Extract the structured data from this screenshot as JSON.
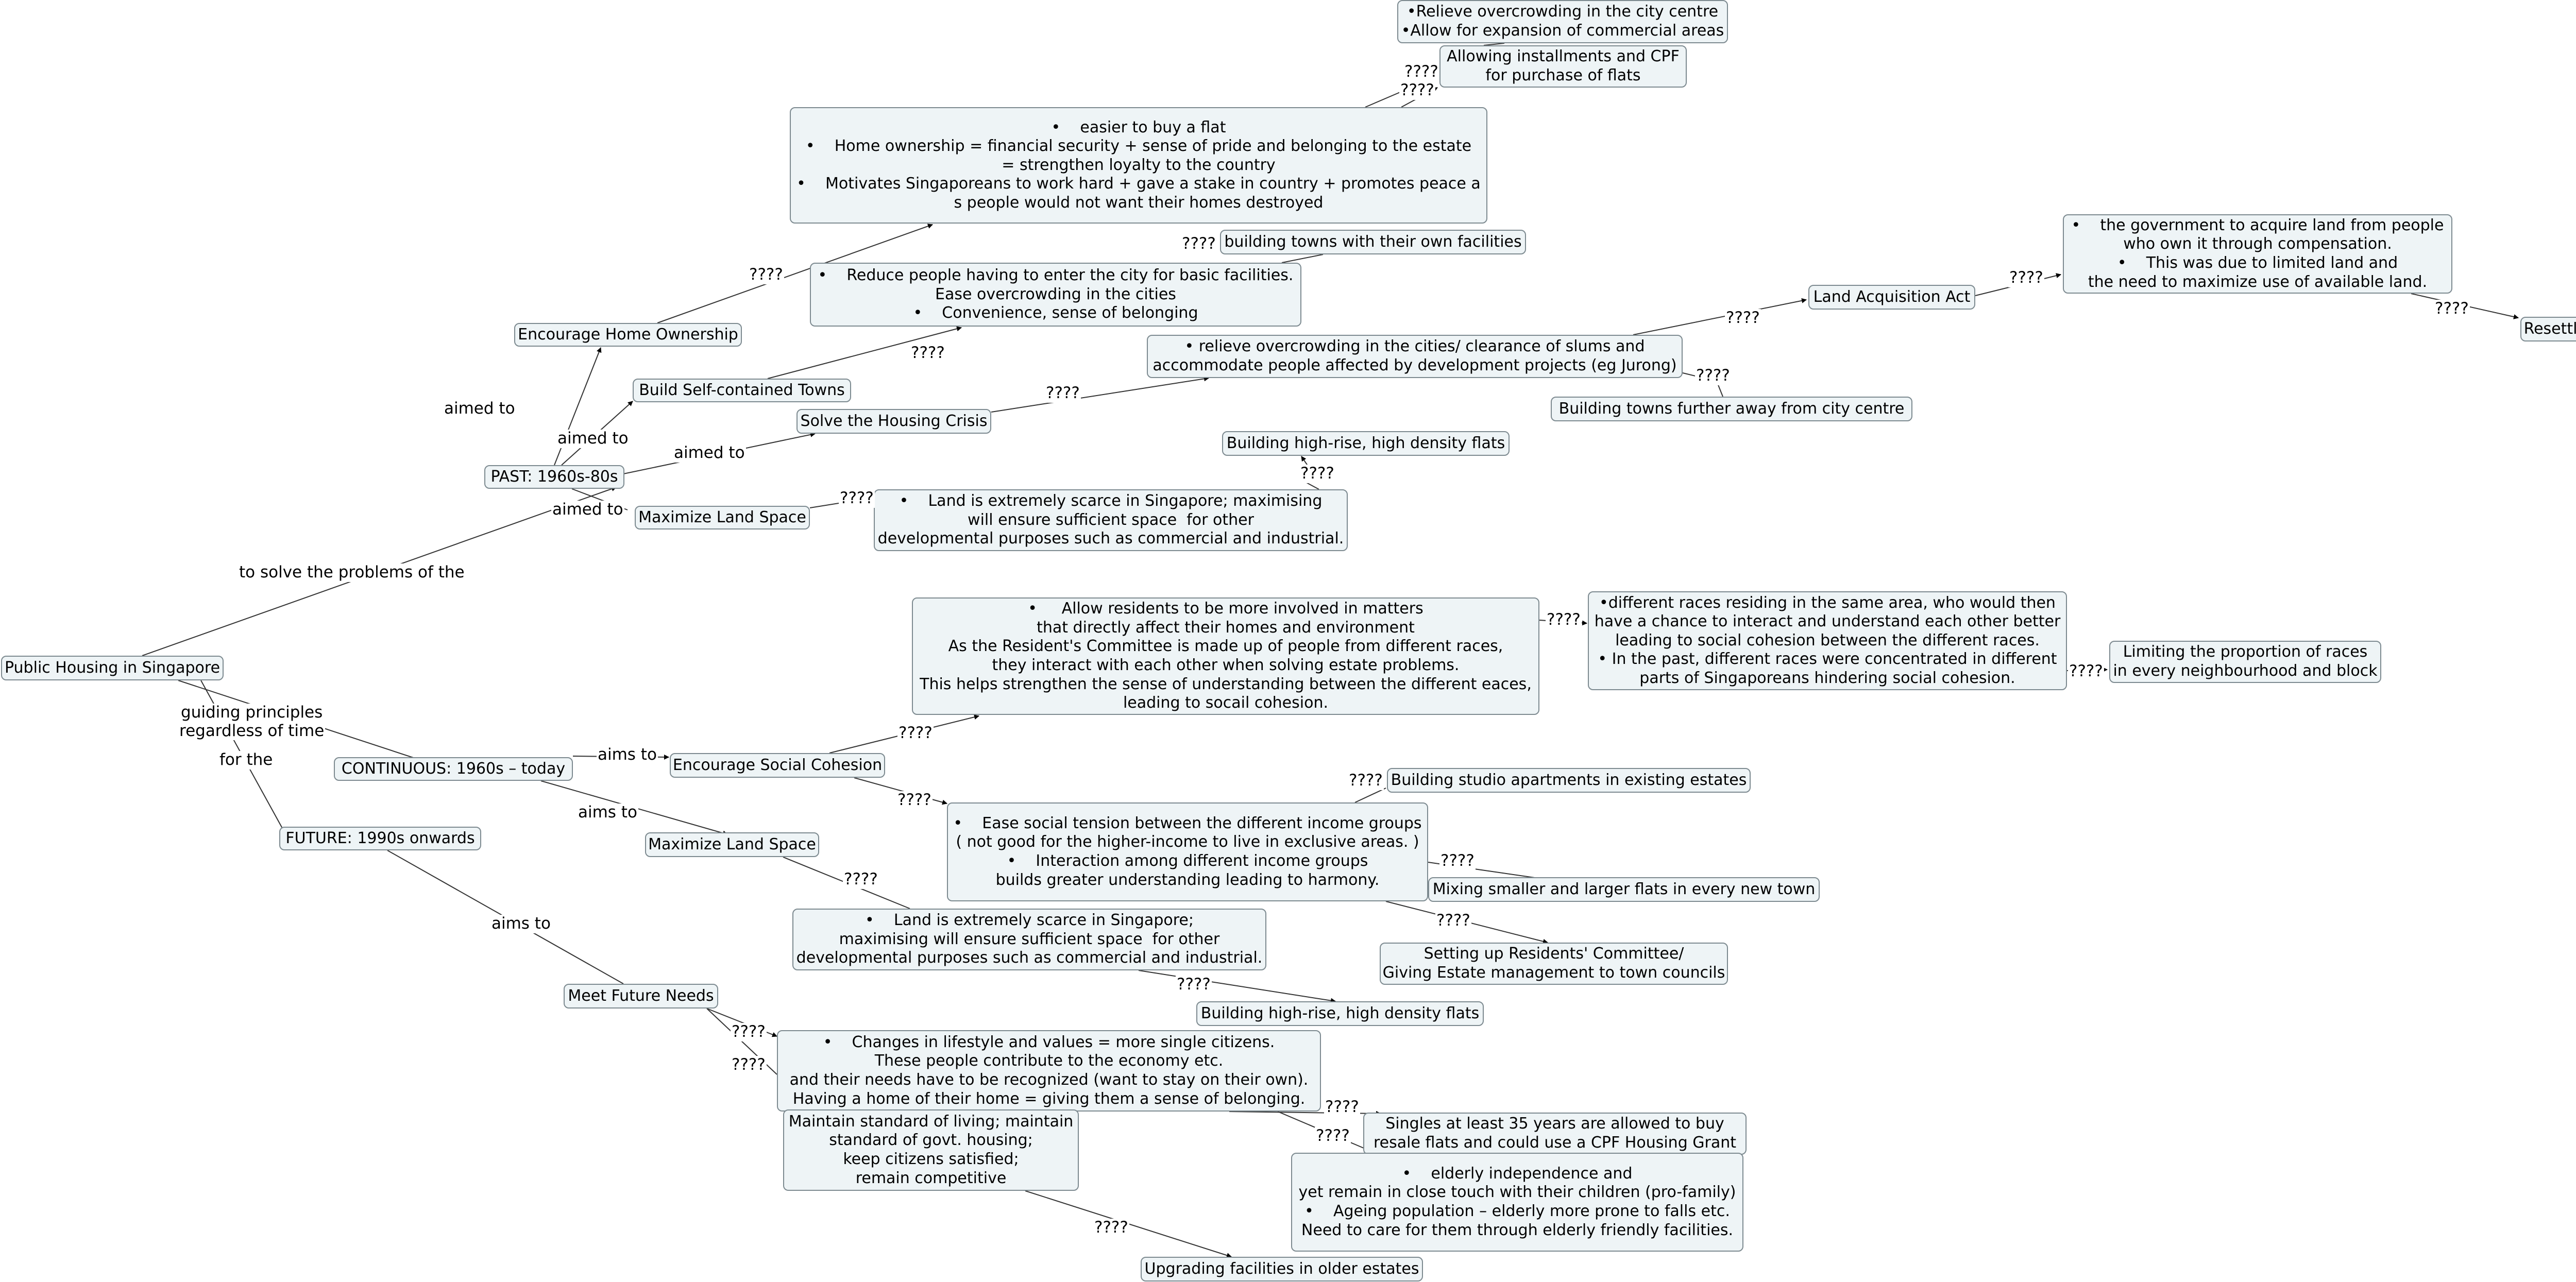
{
  "arrow_label": "????",
  "nodes": {
    "root": "Public Housing in Singapore",
    "past": "PAST: 1960s-80s",
    "continuous": "CONTINUOUS: 1960s – today",
    "future": "FUTURE: 1990s onwards",
    "home_ownership": "Encourage Home Ownership",
    "self_contained": "Build Self-contained Towns",
    "housing_crisis": "Solve the Housing Crisis",
    "max_land_past": "Maximize Land Space",
    "home_ownership_desc": "•    easier to buy a flat\n•    Home ownership = financial security + sense of pride and belonging to the estate\n= strengthen loyalty to the country\n•    Motivates Singaporeans to work hard + gave a stake in country + promotes peace a\ns people would not want their homes destroyed",
    "installments": "Allowing installments and CPF\nfor purchase of flats",
    "relieve_commercial": "•Relieve overcrowding in the city centre\n•Allow for expansion of commercial areas",
    "self_contained_desc": "•    Reduce people having to enter the city for basic facilities.\nEase overcrowding in the cities\n•    Convenience, sense of belonging",
    "towns_own_facilities": "building towns with their own facilities",
    "crisis_desc": "• relieve overcrowding in the cities/ clearance of slums and\naccommodate people affected by development projects (eg Jurong)",
    "land_acq_act": "Land Acquisition Act",
    "land_acq_desc": "•    the government to acquire land from people\nwho own it through compensation.\n•    This was due to limited land and\nthe need to maximize use of available land.",
    "resettlement": "Resettlement",
    "towns_far": "Building towns further away from city centre",
    "highrise_past": "Building high-rise, high density flats",
    "land_scarce_past": "•    Land is extremely scarce in Singapore; maximising\nwill ensure sufficient space  for other\ndevelopmental purposes such as commercial and industrial.",
    "social_cohesion": "Encourage Social Cohesion",
    "residents_involved": "•     Allow residents to be more involved in matters\nthat directly affect their homes and environment\nAs the Resident's Committee is made up of people from different races,\nthey interact with each other when solving estate problems.\nThis helps strengthen the sense of understanding between the different eaces,\nleading to socail cohesion.",
    "races_same_area": "•different races residing in the same area, who would then\nhave a chance to interact and understand each other better\nleading to social cohesion between the different races.\n• In the past, different races were concentrated in different\nparts of Singaporeans hindering social cohesion.",
    "limit_races": "Limiting the proportion of races\nin every neighbourhood and block",
    "income_tension": "•    Ease social tension between the different income groups\n( not good for the higher-income to live in exclusive areas. )\n•    Interaction among different income groups\nbuilds greater understanding leading to harmony.",
    "studio_apts": "Building studio apartments in existing estates",
    "mixing_flats": "Mixing smaller and larger flats in every new town",
    "residents_committee": "Setting up Residents' Committee/\nGiving Estate management to town councils",
    "max_land_cont": "Maximize Land Space",
    "land_scarce_cont": "•    Land is extremely scarce in Singapore;\nmaximising will ensure sufficient space  for other\ndevelopmental purposes such as commercial and industrial.",
    "highrise_cont": "Building high-rise, high density flats",
    "future_needs": "Meet Future Needs",
    "lifestyle": "•    Changes in lifestyle and values = more single citizens.\nThese people contribute to the economy etc.\nand their needs have to be recognized (want to stay on their own).\nHaving a home of their home = giving them a sense of belonging.",
    "living_standard": "Maintain standard of living; maintain\nstandard of govt. housing;\nkeep citizens satisfied;\nremain competitive",
    "singles_35": "Singles at least 35 years are allowed to buy\nresale flats and could use a CPF Housing Grant",
    "elderly": "•    elderly independence and\nyet remain in close touch with their children (pro-family)\n•    Ageing population – elderly more prone to falls etc.\nNeed to care for them through elderly friendly facilities.",
    "upgrading": "Upgrading facilities in older estates"
  },
  "edge_labels": {
    "to_solve": "to solve the problems of the",
    "guiding": "guiding principles\nregardless of time",
    "for_the": "for the",
    "aimed_to": "aimed to",
    "aims_to": "aims to"
  }
}
